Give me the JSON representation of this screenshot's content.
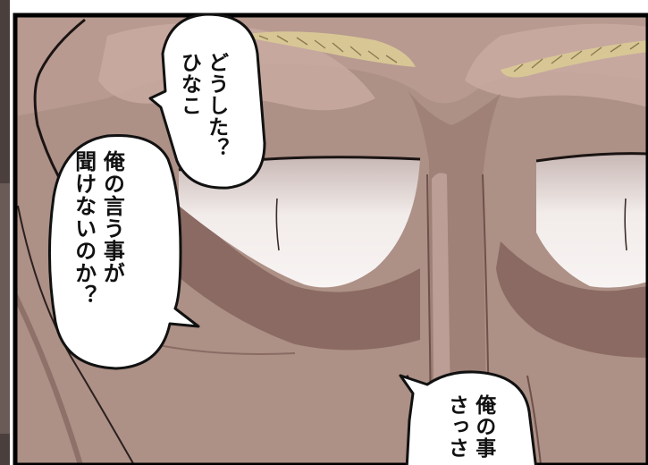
{
  "bubbles": {
    "b1": {
      "lines": [
        "どうした？",
        "ひなこ"
      ]
    },
    "b2": {
      "lines": [
        "俺の言う事が",
        "聞けないのか？"
      ]
    },
    "b3": {
      "lines": [
        "俺の事",
        "さっさ"
      ]
    }
  },
  "colors": {
    "skin": "#ad9086",
    "skin_shadow": "#8a6a62",
    "skin_light": "#c9aba2",
    "eye_white": "#efe8e6",
    "eyebrow": "#d8c795",
    "ink": "#111111",
    "panel_border": "#000000"
  }
}
